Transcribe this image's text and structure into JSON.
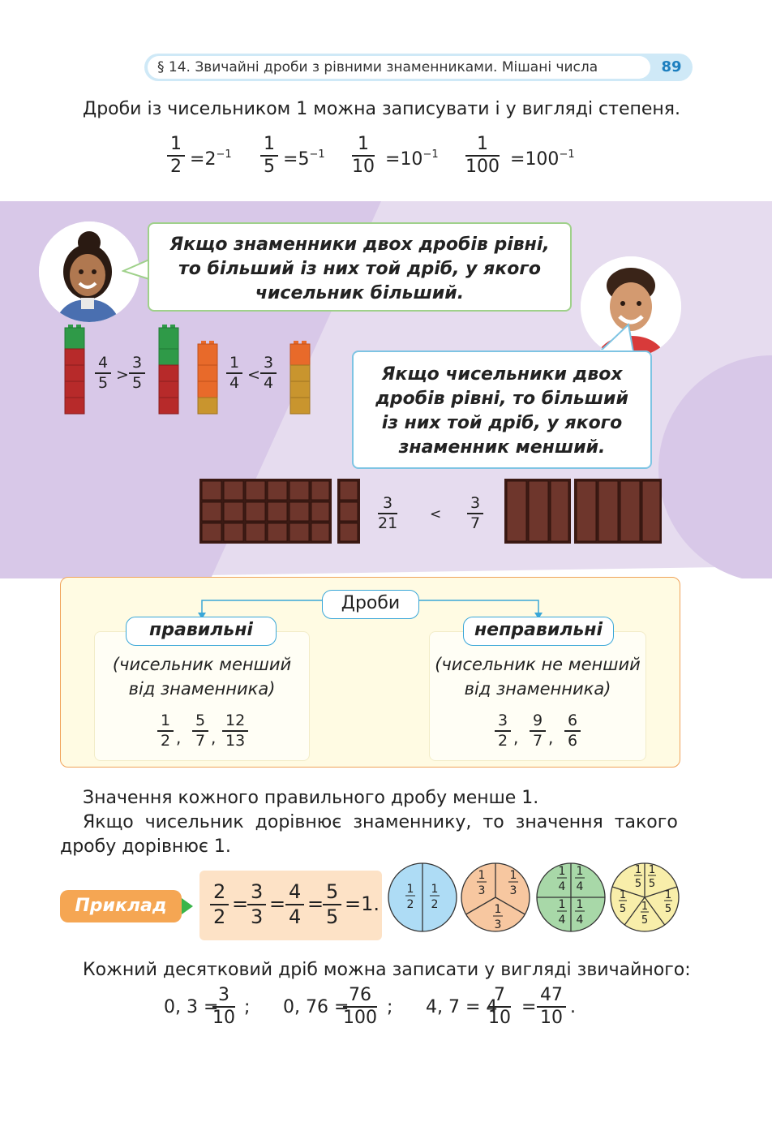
{
  "header": {
    "title": "§ 14. Звичайні дроби з рівними знаменниками. Мішані числа",
    "page_number": "89"
  },
  "intro": {
    "text": "Дроби із чисельником 1 можна записувати і у вигляді степеня.",
    "powers": [
      {
        "num": "1",
        "den": "2",
        "rhs": "2",
        "exp": "−1"
      },
      {
        "num": "1",
        "den": "5",
        "rhs": "5",
        "exp": "−1"
      },
      {
        "num": "1",
        "den": "10",
        "rhs": "10",
        "exp": "−1"
      },
      {
        "num": "1",
        "den": "100",
        "rhs": "100",
        "exp": "−1"
      }
    ]
  },
  "bubbles": {
    "girl": [
      "Якщо знаменники двох дробів рівні,",
      "то більший із них той дріб, у якого",
      "чисельник більший."
    ],
    "boy": [
      "Якщо чисельники двох",
      "дробів рівні, то більший",
      "із них той дріб, у якого",
      "знаменник менший."
    ]
  },
  "comparisons": {
    "first": {
      "left_num": "4",
      "left_den": "5",
      "sign": ">",
      "right_num": "3",
      "right_den": "5"
    },
    "second": {
      "left_num": "1",
      "left_den": "4",
      "sign": "<",
      "right_num": "3",
      "right_den": "4"
    },
    "chocolate": {
      "left_num": "3",
      "left_den": "21",
      "sign": "<",
      "right_num": "3",
      "right_den": "7"
    }
  },
  "scheme": {
    "root": "Дроби",
    "proper": {
      "title": "правильні",
      "desc": [
        "(чисельник менший",
        "від знаменника)"
      ],
      "examples": [
        {
          "num": "1",
          "den": "2"
        },
        {
          "num": "5",
          "den": "7"
        },
        {
          "num": "12",
          "den": "13"
        }
      ]
    },
    "improper": {
      "title": "неправильні",
      "desc": [
        "(чисельник не менший",
        "від знаменника)"
      ],
      "examples": [
        {
          "num": "3",
          "den": "2"
        },
        {
          "num": "9",
          "den": "7"
        },
        {
          "num": "6",
          "den": "6"
        }
      ]
    },
    "separator": ","
  },
  "rules": {
    "line1": "Значення кожного правильного дробу менше 1.",
    "line2": "Якщо  чисельник  дорівнює  знаменнику,  то  значення  такого",
    "line3": "дробу дорівнює 1."
  },
  "example": {
    "label": "Приклад",
    "fractions": [
      {
        "num": "2",
        "den": "2"
      },
      {
        "num": "3",
        "den": "3"
      },
      {
        "num": "4",
        "den": "4"
      },
      {
        "num": "5",
        "den": "5"
      }
    ],
    "result": "1.",
    "eq": "=",
    "circles": [
      {
        "parts": 2,
        "label_num": "1",
        "label_den": "2",
        "color": "#aedcf5"
      },
      {
        "parts": 3,
        "label_num": "1",
        "label_den": "3",
        "color": "#f7c7a0"
      },
      {
        "parts": 4,
        "label_num": "1",
        "label_den": "4",
        "color": "#a8d8a8"
      },
      {
        "parts": 5,
        "label_num": "1",
        "label_den": "5",
        "color": "#f8eeaa"
      }
    ]
  },
  "decimals": {
    "text": "Кожний десятковий дріб можна записати у вигляді звичайного:",
    "items": [
      {
        "lhs": "0, 3 =",
        "num": "3",
        "den": "10",
        "tail": ";"
      },
      {
        "lhs": "0, 76 =",
        "num": "76",
        "den": "100",
        "tail": ";"
      },
      {
        "lhs": "4, 7 = 4",
        "num": "7",
        "den": "10",
        "eq": "=",
        "num2": "47",
        "den2": "10",
        "tail": "."
      }
    ]
  },
  "colors": {
    "purple_bg": "#e6dcef",
    "purple_shape": "#d5c5e5",
    "yellow_bg": "#fffbe3",
    "orange_accent": "#f5a653",
    "blue_accent": "#3aa7d8",
    "block_green": "#2f9a48",
    "block_red": "#b72a2a",
    "block_orange": "#e86a2a",
    "block_ochre": "#c9952e"
  }
}
